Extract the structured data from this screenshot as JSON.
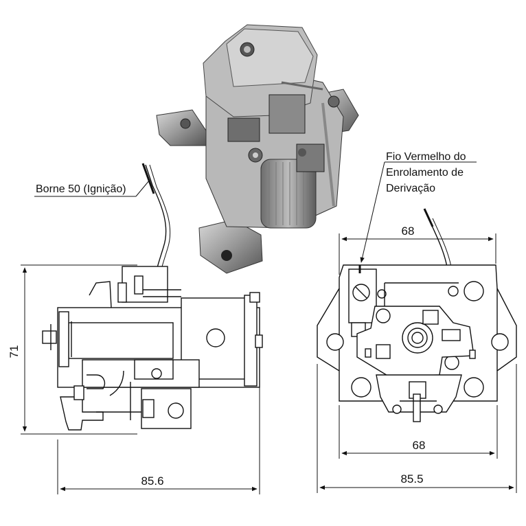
{
  "labels": {
    "borne": "Borne 50 (Ignição)",
    "fio_line1": "Fio Vermelho do",
    "fio_line2": "Enrolamento de",
    "fio_line3": "Derivação"
  },
  "dimensions": {
    "side_height": "71",
    "side_width": "85.6",
    "front_top_width": "68",
    "front_bottom_width": "68",
    "front_overall_width": "85.5"
  }
}
